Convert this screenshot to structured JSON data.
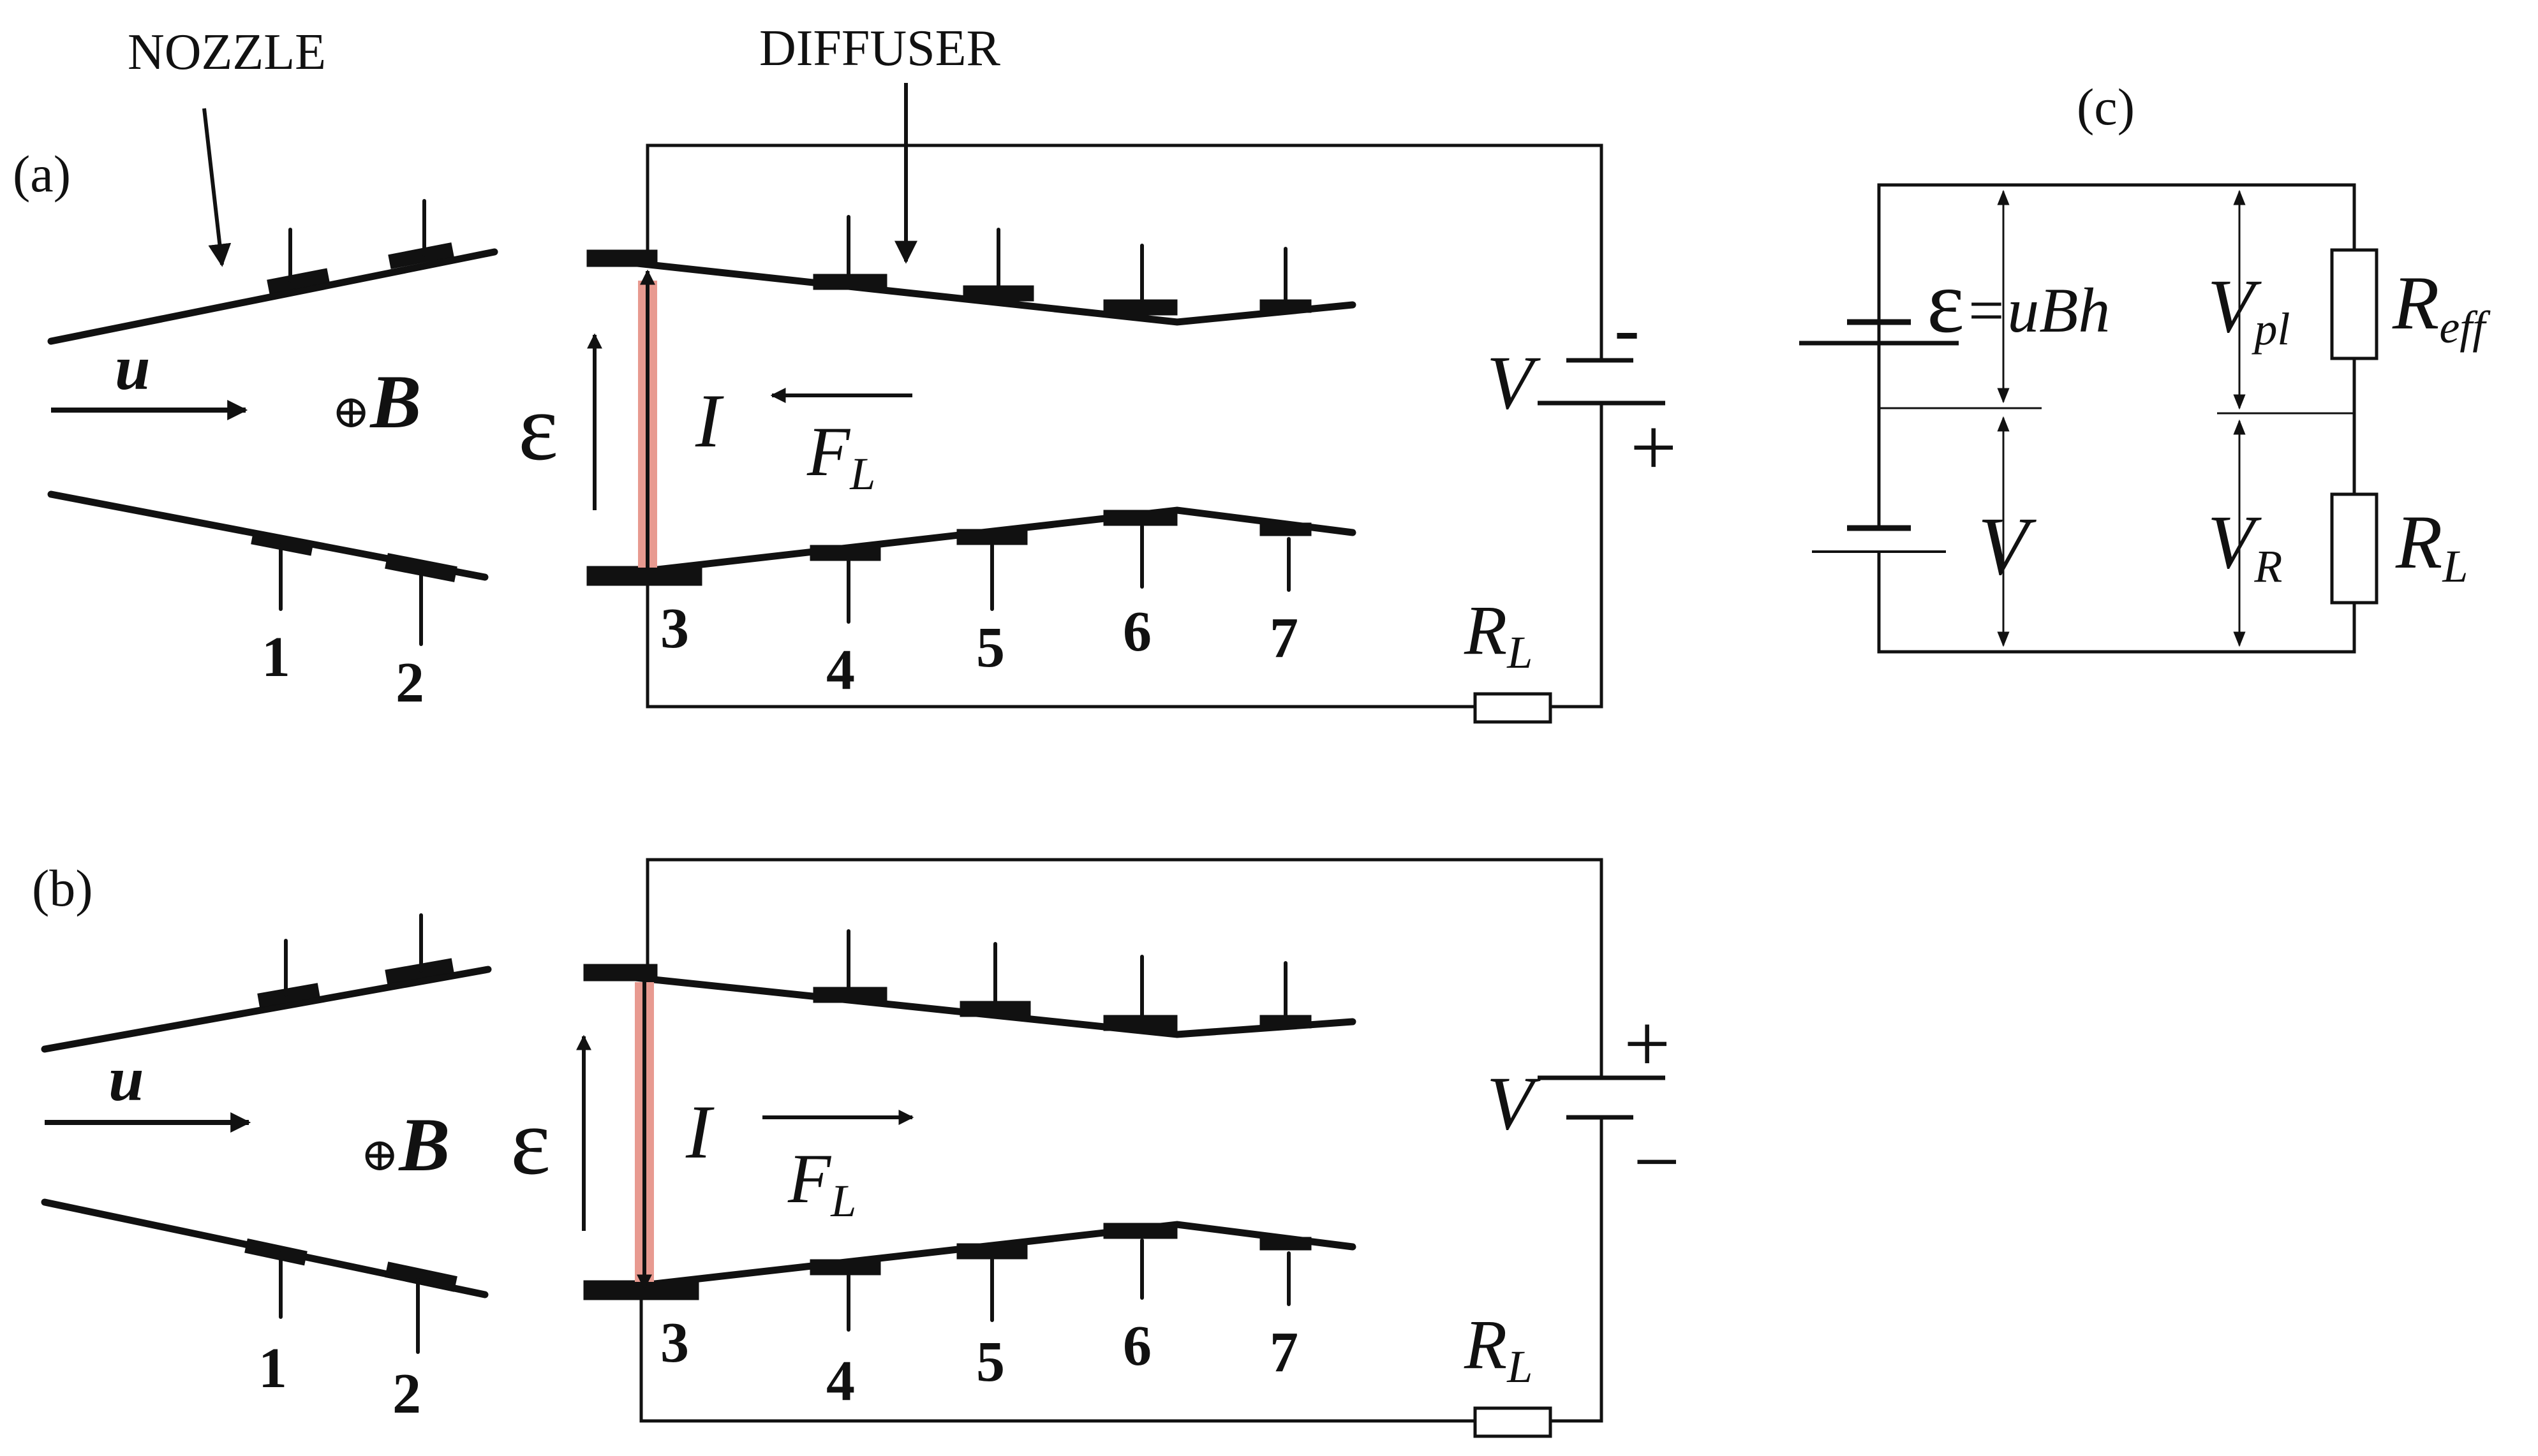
{
  "callouts": {
    "nozzle": "NOZZLE",
    "diffuser": "DIFFUSER"
  },
  "panels": [
    {
      "id": "a",
      "label": "(a)",
      "velocity": "u",
      "field_prefix": "⊕",
      "field": "B",
      "emf": "ε",
      "current": "I",
      "force": "F",
      "force_sub": "L",
      "battery_label": "V",
      "battery_signs": [
        "-",
        "+"
      ],
      "load": "R",
      "load_sub": "L",
      "electrodes": [
        "1",
        "2",
        "3",
        "4",
        "5",
        "6",
        "7"
      ]
    },
    {
      "id": "b",
      "label": "(b)",
      "velocity": "u",
      "field_prefix": "⊕",
      "field": "B",
      "emf": "ε",
      "current": "I",
      "force": "F",
      "force_sub": "L",
      "battery_label": "V",
      "battery_signs": [
        "+",
        "−"
      ],
      "load": "R",
      "load_sub": "L",
      "electrodes": [
        "1",
        "2",
        "3",
        "4",
        "5",
        "6",
        "7"
      ]
    }
  ],
  "circuit": {
    "label": "(c)",
    "emf": "ε",
    "emf_eq": "=uBh",
    "v_source": "V",
    "v_pl": "V",
    "v_pl_sub": "pl",
    "r_eff": "R",
    "r_eff_sub": "eff",
    "v_r": "V",
    "v_r_sub": "R",
    "r_l": "R",
    "r_l_sub": "L"
  },
  "colors": {
    "ink": "#111111",
    "arc": "#e89a90"
  }
}
